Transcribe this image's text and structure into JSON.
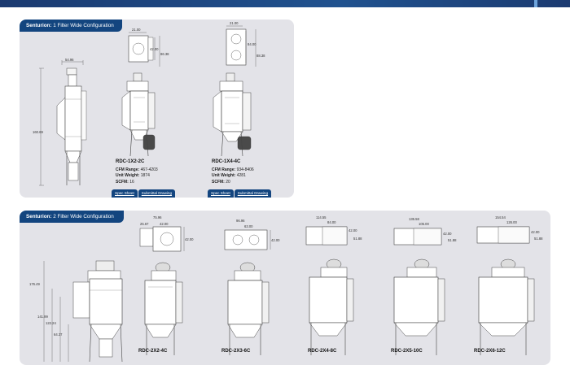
{
  "panel1": {
    "title_bold": "Senturion:",
    "title_rest": " 1 Filter Wide Configuration",
    "side_dims": {
      "width": "54.96",
      "height": "160.69"
    },
    "models": [
      {
        "model": "RDC-1X2-2C",
        "cfm_label": "CFM Range:",
        "cfm": "467-4203",
        "weight_label": "Unit Weight:",
        "weight": "1874",
        "scfm_label": "SCFM:",
        "scfm": "16",
        "top_dims": [
          "21.00",
          "42.00",
          "86.38"
        ],
        "spec_sheet": "Spec Sheet",
        "drawing": "Submittal Drawing"
      },
      {
        "model": "RDC-1X4-4C",
        "cfm_label": "CFM Range:",
        "cfm": "934-8406",
        "weight_label": "Unit Weight:",
        "weight": "4281",
        "scfm_label": "SCFM:",
        "scfm": "20",
        "top_dims": [
          "21.00",
          "84.00",
          "88.38"
        ],
        "spec_sheet": "Spec Sheet",
        "drawing": "Submittal Drawing"
      }
    ]
  },
  "panel2": {
    "title_bold": "Senturion:",
    "title_rest": " 2 Filter Wide Configuration",
    "side_dims": {
      "h1": "176.49",
      "h2": "141.99",
      "h3": "122.24",
      "h4": "64.37"
    },
    "models": [
      {
        "model": "RDC-2X2-4C",
        "top_dims": [
          "75.96",
          "25.67",
          "42.00",
          "42.00"
        ]
      },
      {
        "model": "RDC-2X3-6C",
        "top_dims": [
          "96.96",
          "63.00",
          "42.00"
        ]
      },
      {
        "model": "RDC-2X4-8C",
        "top_dims": [
          "114.55",
          "84.00",
          "42.00",
          "51.88"
        ]
      },
      {
        "model": "RDC-2X5-10C",
        "top_dims": [
          "135.58",
          "105.00",
          "42.00",
          "51.88"
        ]
      },
      {
        "model": "RDC-2X6-12C",
        "top_dims": [
          "154.54",
          "126.00",
          "42.00",
          "51.88"
        ]
      }
    ]
  }
}
